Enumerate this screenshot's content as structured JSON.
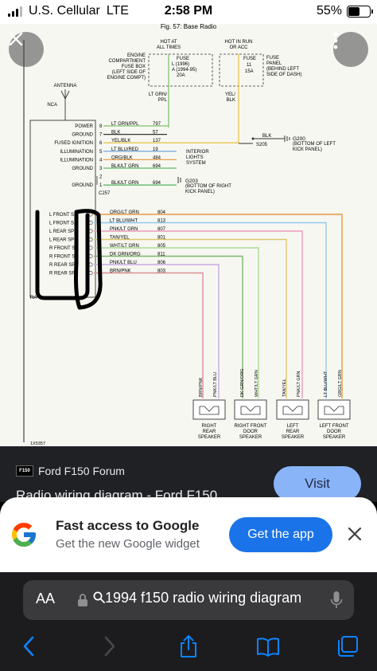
{
  "status_bar": {
    "carrier": "U.S. Cellular",
    "network": "LTE",
    "time": "2:58 PM",
    "battery_text": "55%",
    "battery_level": 0.55
  },
  "diagram": {
    "fig_title": "Fig. 57: Base Radio",
    "top_left_box": [
      "ENGINE",
      "COMPARTMENT",
      "FUSE BOX",
      "(LEFT SIDE OF",
      "ENGINE COMPT)"
    ],
    "hot_at_all_times": [
      "HOT AT",
      "ALL TIMES"
    ],
    "fuse_a": [
      "FUSE",
      "L (1996)",
      "A (1994-95)",
      "20A"
    ],
    "hot_in_run": [
      "HOT IN RUN",
      "OR ACC"
    ],
    "fuse_b": [
      "FUSE",
      "11",
      "15A"
    ],
    "fuse_panel": [
      "FUSE",
      "PANEL",
      "(BEHIND LEFT",
      "SIDE OF DASH)"
    ],
    "antenna_label": "ANTENNA",
    "nca_label": "NCA",
    "wire_lt_grn_ppl": [
      "LT GRN/",
      "PPL"
    ],
    "wire_yel_blk": [
      "YEL/",
      "BLK"
    ],
    "pins": [
      {
        "label": "POWER",
        "pin": "8",
        "color": "LT GRN/PPL",
        "circuit": "797"
      },
      {
        "label": "GROUND",
        "pin": "7",
        "color": "BLK",
        "circuit": "57"
      },
      {
        "label": "FUSED IGNITION",
        "pin": "6",
        "color": "YEL/BLK",
        "circuit": "137"
      },
      {
        "label": "ILLUMINATION",
        "pin": "5",
        "color": "LT BLU/RED",
        "circuit": "19"
      },
      {
        "label": "ILLUMINATION",
        "pin": "4",
        "color": "ORG/BLK",
        "circuit": "484"
      },
      {
        "label": "GROUND",
        "pin": "3",
        "color": "BLK/LT GRN",
        "circuit": "694"
      },
      {
        "label": "",
        "pin": "2",
        "color": "",
        "circuit": ""
      },
      {
        "label": "GROUND",
        "pin": "1",
        "color": "BLK/LT GRN",
        "circuit": "694"
      }
    ],
    "blk_label": "BLK",
    "g200_label": "G200",
    "s205_label": "S205",
    "g200_note": [
      "(BOTTOM OF LEFT",
      "KICK PANEL)"
    ],
    "interior_lights": [
      "INTERIOR",
      "LIGHTS",
      "SYSTEM"
    ],
    "g203_label": "G203",
    "g203_note": [
      "(BOTTOM OF RIGHT",
      "KICK PANEL)"
    ],
    "connector_c257": "C257",
    "speaker_pins": [
      {
        "label": "L FRONT SP",
        "color": "ORG/LT GRN",
        "circuit": "804",
        "hex": "#e89a3c"
      },
      {
        "label": "L FRONT SP",
        "color": "LT BLU/WHT",
        "circuit": "813",
        "hex": "#8ec9ef"
      },
      {
        "label": "L REAR SP",
        "color": "PNK/LT GRN",
        "circuit": "807",
        "hex": "#ec9cbc"
      },
      {
        "label": "L REAR SP",
        "color": "TAN/YEL",
        "circuit": "801",
        "hex": "#dcc86a"
      },
      {
        "label": "R FRONT SP",
        "color": "WHT/LT GRN",
        "circuit": "805",
        "hex": "#a8dc94"
      },
      {
        "label": "R FRONT SP",
        "color": "DK GRN/ORG",
        "circuit": "811",
        "hex": "#7cb86a"
      },
      {
        "label": "R REAR SP",
        "color": "PNK/LT BLU",
        "circuit": "806",
        "hex": "#c8a8e4"
      },
      {
        "label": "R REAR SP",
        "color": "BRN/PNK",
        "circuit": "803",
        "hex": "#d89090"
      }
    ],
    "radio_label": "RA",
    "speakers": [
      {
        "name": [
          "RIGHT",
          "REAR",
          "SPEAKER"
        ],
        "wires": [
          "BRN/PNK",
          "PNK/LT BLU"
        ]
      },
      {
        "name": [
          "RIGHT FRONT",
          "DOOR",
          "SPEAKER"
        ],
        "wires": [
          "DK GRN/ORG",
          "WHT/LT GRN"
        ]
      },
      {
        "name": [
          "LEFT",
          "REAR",
          "SPEAKER"
        ],
        "wires": [
          "TAN/YEL",
          "PNK/LT GRN"
        ]
      },
      {
        "name": [
          "LEFT FRONT",
          "DOOR",
          "SPEAKER"
        ],
        "wires": [
          "LT BLU/WHT",
          "ORG/LT GRN"
        ]
      }
    ],
    "footer_code": "1X5357"
  },
  "result": {
    "site_logo": "F150",
    "site_name": "Ford F150 Forum",
    "title": "Radio wiring diagram - Ford F150",
    "visit_label": "Visit"
  },
  "promo": {
    "title": "Fast access to Google",
    "subtitle": "Get the new Google widget",
    "button": "Get the app"
  },
  "browser": {
    "aa_label": "AA",
    "url_text": "1994 f150 radio wiring diagram"
  },
  "icons": {
    "close": "close-icon",
    "more": "more-vertical-icon",
    "back": "chevron-left-icon",
    "forward": "chevron-right-icon",
    "share": "share-icon",
    "bookmarks": "book-icon",
    "tabs": "tabs-icon"
  },
  "colors": {
    "visit_button": "#8ab4f8",
    "get_app_button": "#1a73e8",
    "power_wire": "#7fc36a",
    "ignition_wire": "#e7c64a",
    "illumination_wire_1": "#7aaee0",
    "illumination_wire_2": "#e6a04a",
    "ground_wire": "#5cb86a"
  }
}
